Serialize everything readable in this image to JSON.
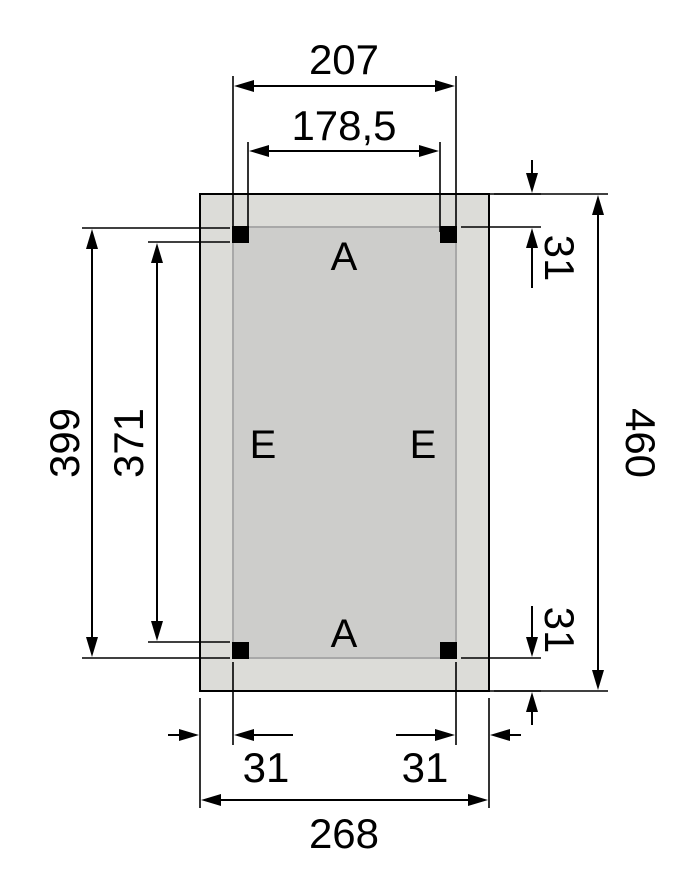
{
  "colors": {
    "outer_plate": "#dcdcd8",
    "inner_area": "#cdcdcb",
    "outline": "#000000",
    "inner_outline": "#a8a8a8",
    "mount_point": "#000000"
  },
  "dimensions": {
    "top_outer_width": "207",
    "top_inner_width": "178,5",
    "right_top_offset": "31",
    "right_bottom_offset": "31",
    "right_total_height": "460",
    "left_outer_height": "399",
    "left_inner_height": "371",
    "bottom_left_offset": "31",
    "bottom_right_offset": "31",
    "bottom_total_width": "268"
  },
  "labels": {
    "top": "A",
    "bottom": "A",
    "left": "E",
    "right": "E"
  },
  "icons": {
    "mount_points": "square-mount-hole"
  }
}
